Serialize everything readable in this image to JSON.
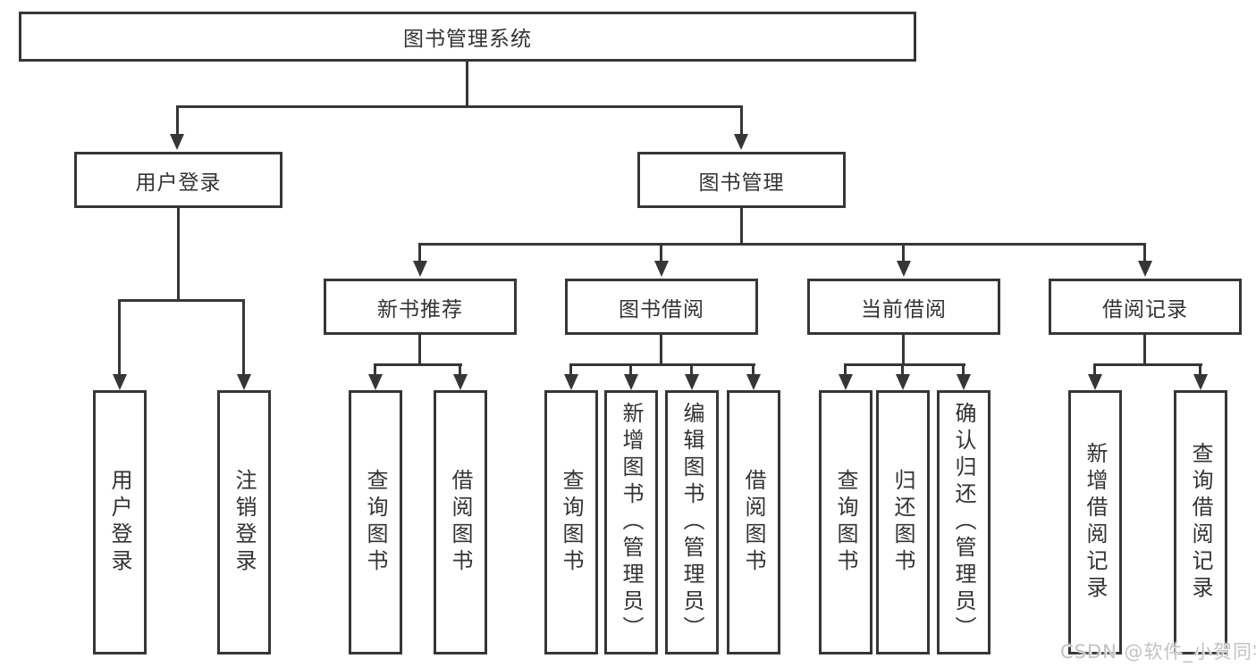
{
  "diagram": {
    "root": "图书管理系统",
    "branches": [
      {
        "label": "用户登录",
        "children": [
          "用户登录",
          "注销登录"
        ]
      },
      {
        "label": "图书管理",
        "sections": [
          {
            "label": "新书推荐",
            "children": [
              "查询图书",
              "借阅图书"
            ]
          },
          {
            "label": "图书借阅",
            "children": [
              "查询图书",
              "新增图书（管理员）",
              "编辑图书（管理员）",
              "借阅图书"
            ]
          },
          {
            "label": "当前借阅",
            "children": [
              "查询图书",
              "归还图书",
              "确认归还（管理员）"
            ]
          },
          {
            "label": "借阅记录",
            "children": [
              "新增借阅记录",
              "查询借阅记录"
            ]
          }
        ]
      }
    ]
  },
  "watermark": {
    "text": "CSDN @软件_小贺同学"
  },
  "colors": {
    "line": "#363636",
    "text": "#333333",
    "background": "#ffffff",
    "watermark": "#c2c2c2"
  }
}
